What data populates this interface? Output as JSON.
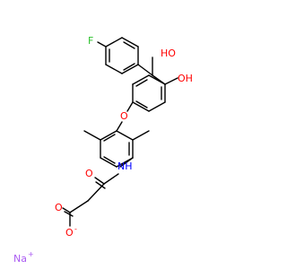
{
  "molecule": {
    "colors": {
      "bond": "#000000",
      "oxygen": "#ff0000",
      "nitrogen": "#0000ff",
      "fluorine": "#2ec22e",
      "sodium": "#ab5cf2"
    },
    "atom_labels": {
      "fluorine": "F",
      "hydroxyl_benzylic": "HO",
      "hydroxyl_phenol": "OH",
      "ether_oxygen": "O",
      "amide_nh": "NH",
      "amide_oxygen": "O",
      "carboxylate_oxygen": "O",
      "carboxylate_oxygen_charged": "O",
      "carboxylate_charge": "-",
      "sodium": "Na",
      "sodium_charge": "+"
    }
  }
}
